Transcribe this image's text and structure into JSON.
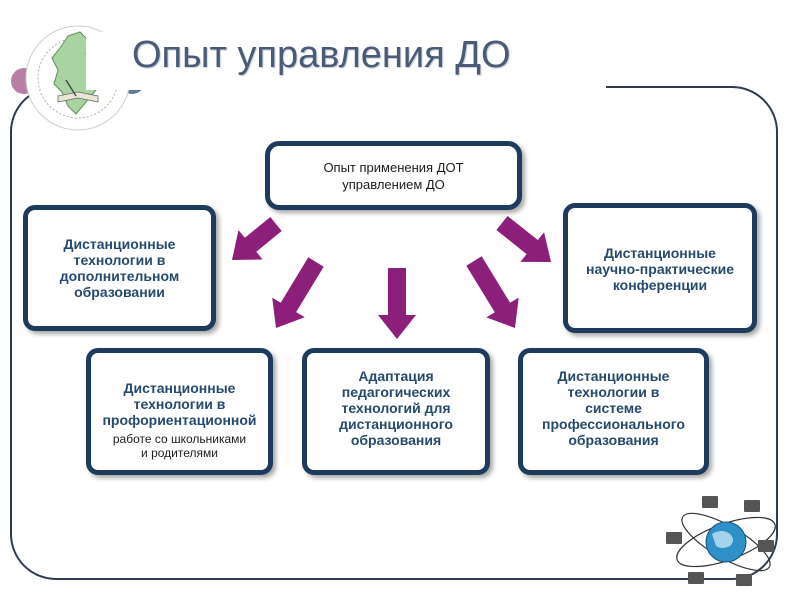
{
  "header": {
    "title": "Опыт управления ДО"
  },
  "logo": {
    "icon": "regional-map-emblem-icon"
  },
  "diagram": {
    "root": {
      "text": "Опыт применения ДОТ\nуправлением ДО"
    },
    "nodes": [
      {
        "id": "dop",
        "text": "Дистанционные\nтехнологии в\nдополнительном\nобразовании"
      },
      {
        "id": "conf",
        "text": "Дистанционные\nнаучно-практические\nконференции"
      },
      {
        "id": "prof",
        "text": "Дистанционные\nтехнологии в\nпрофориентационной",
        "note": "работе со школьниками\nи родителями"
      },
      {
        "id": "adapt",
        "text": "Адаптация\nпедагогических\nтехнологий для\nдистанционного\nобразования"
      },
      {
        "id": "spo",
        "text": "Дистанционные\nтехнологии в\nсистеме\nпрофессионального\nобразования"
      }
    ],
    "arrow_color": "#8c1f7a",
    "box_border_color": "#1f3b5c"
  },
  "decoration": {
    "icon": "globe-network-icon"
  }
}
